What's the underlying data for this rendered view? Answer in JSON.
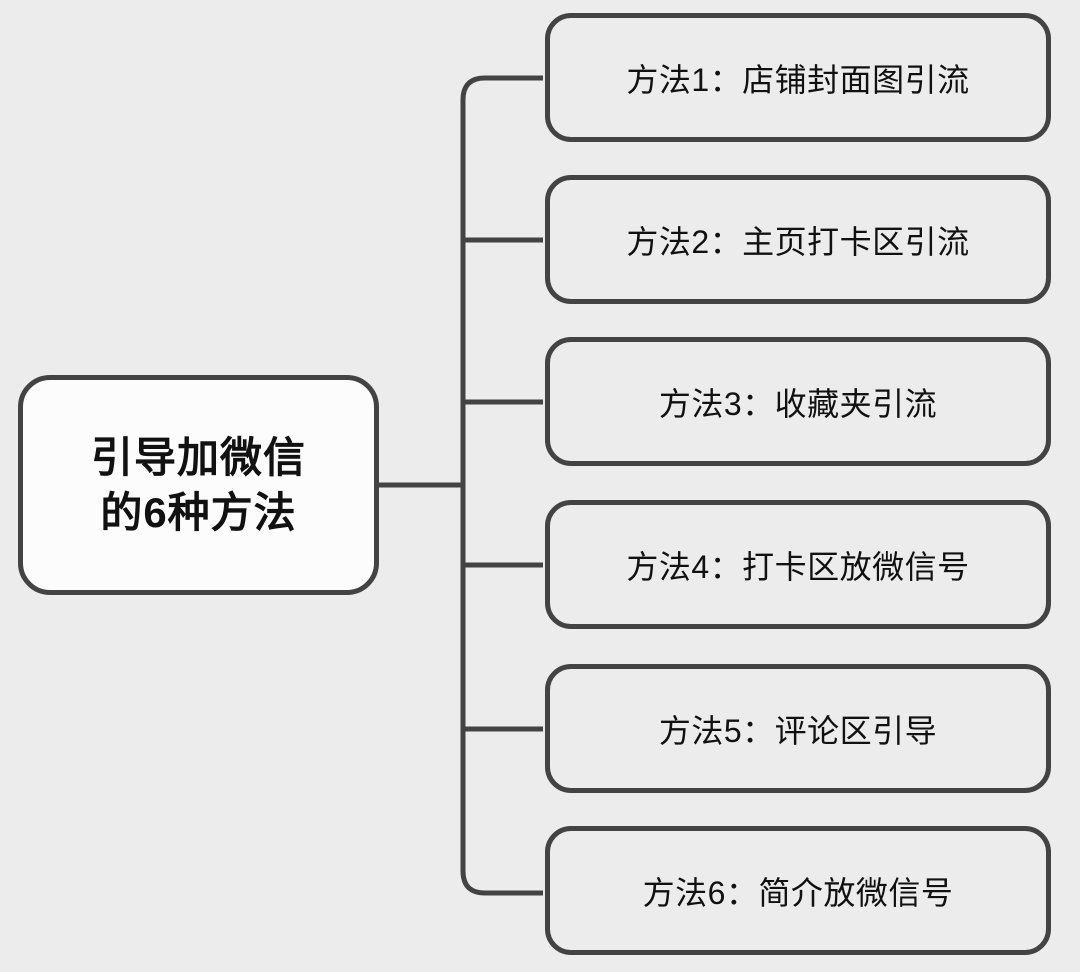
{
  "diagram": {
    "type": "mind-map",
    "orientation": "left-to-right",
    "background_color": "#ececec",
    "stroke_color": "#434343",
    "root": {
      "label": "引导加微信\n的6种方法",
      "fill_color": "#fcfcfc"
    },
    "branches": [
      {
        "label": "方法1：店铺封面图引流",
        "fill_color": "#ececec"
      },
      {
        "label": "方法2：主页打卡区引流",
        "fill_color": "#ececec"
      },
      {
        "label": "方法3：收藏夹引流",
        "fill_color": "#ececec"
      },
      {
        "label": "方法4：打卡区放微信号",
        "fill_color": "#ececec"
      },
      {
        "label": "方法5：评论区引导",
        "fill_color": "#ececec"
      },
      {
        "label": "方法6：简介放微信号",
        "fill_color": "#ececec"
      }
    ]
  }
}
